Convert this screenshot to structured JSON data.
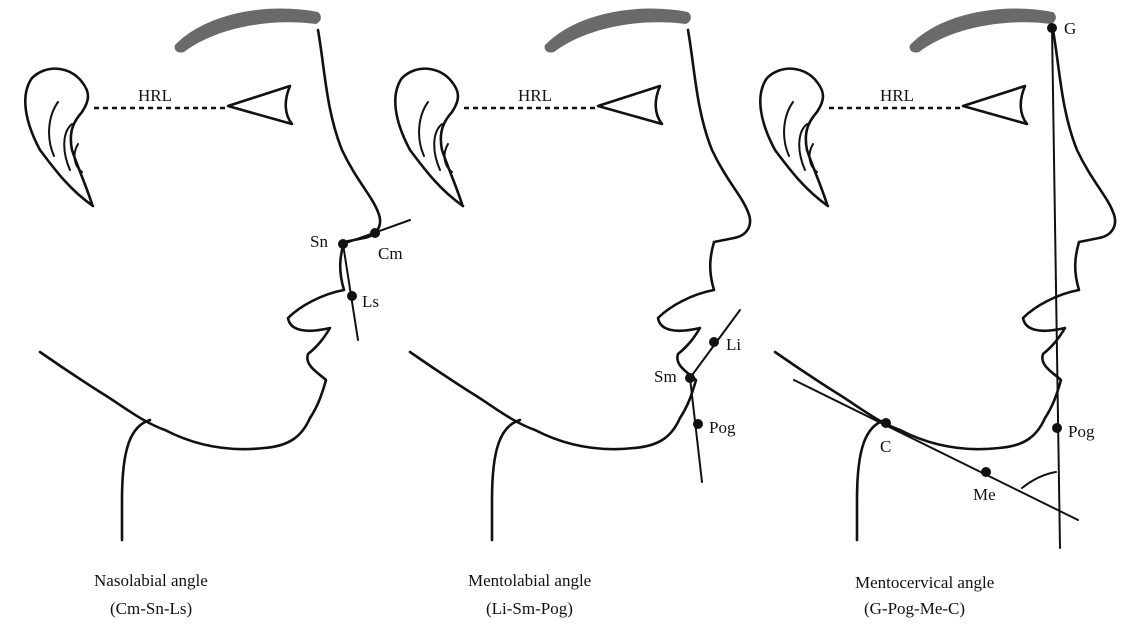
{
  "colors": {
    "line": "#111111",
    "eyebrow": "#6a6a6a",
    "background": "#ffffff"
  },
  "panels": [
    {
      "hrl_label": "HRL",
      "landmarks": {
        "sn": "Sn",
        "cm": "Cm",
        "ls": "Ls"
      },
      "caption": {
        "title": "Nasolabial angle",
        "formula": "(Cm-Sn-Ls)"
      }
    },
    {
      "hrl_label": "HRL",
      "landmarks": {
        "li": "Li",
        "sm": "Sm",
        "pog": "Pog"
      },
      "caption": {
        "title": "Mentolabial angle",
        "formula": "(Li-Sm-Pog)"
      }
    },
    {
      "hrl_label": "HRL",
      "landmarks": {
        "g": "G",
        "pog": "Pog",
        "me": "Me",
        "c": "C"
      },
      "caption": {
        "title": "Mentocervical angle",
        "formula": "(G-Pog-Me-C)"
      }
    }
  ]
}
